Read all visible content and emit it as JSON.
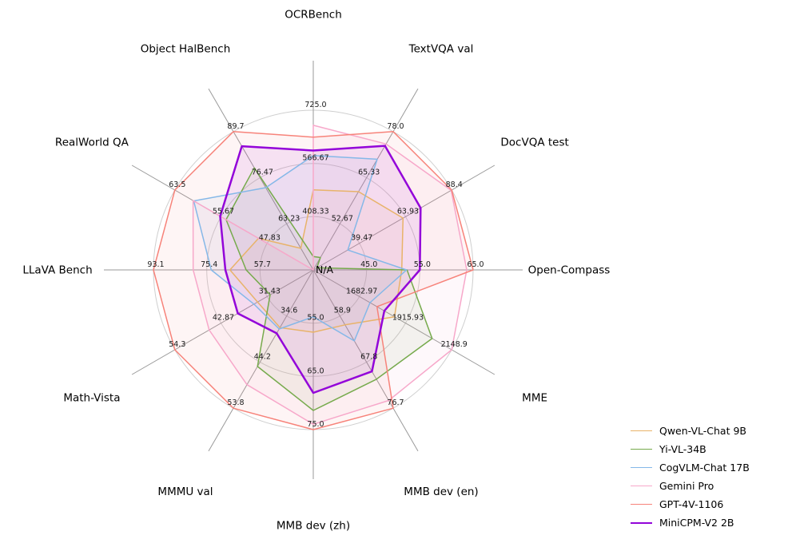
{
  "chart_data": {
    "type": "radar",
    "title": "",
    "center_label": "N/A",
    "grid": {
      "rings": 3,
      "shape": "circle",
      "ring_color": "#cfcfcf",
      "spoke_color": "#9a9a9a"
    },
    "legend_position": "lower right",
    "axes": [
      {
        "label": "OCRBench",
        "min": 250,
        "max": 725,
        "ticks": [
          "408.33",
          "566.67",
          "725.0"
        ]
      },
      {
        "label": "TextVQA val",
        "min": 40,
        "max": 78,
        "ticks": [
          "52.67",
          "65.33",
          "78.0"
        ]
      },
      {
        "label": "DocVQA test",
        "min": 15,
        "max": 88.4,
        "ticks": [
          "39.47",
          "63.93",
          "88.4"
        ]
      },
      {
        "label": "Open-Compass",
        "min": 35,
        "max": 65,
        "ticks": [
          "45.0",
          "55.0",
          "65.0"
        ]
      },
      {
        "label": "MME",
        "min": 1450,
        "max": 2148.9,
        "ticks": [
          "1682.97",
          "1915.93",
          "2148.9"
        ]
      },
      {
        "label": "MMB dev (en)",
        "min": 50,
        "max": 76.7,
        "ticks": [
          "58.9",
          "67.8",
          "76.7"
        ]
      },
      {
        "label": "MMB dev (zh)",
        "min": 45,
        "max": 75,
        "ticks": [
          "55.0",
          "65.0",
          "75.0"
        ]
      },
      {
        "label": "MMMU val",
        "min": 25,
        "max": 53.8,
        "ticks": [
          "34.6",
          "44.2",
          "53.8"
        ]
      },
      {
        "label": "Math-Vista",
        "min": 20,
        "max": 54.3,
        "ticks": [
          "31.43",
          "42.87",
          "54.3"
        ]
      },
      {
        "label": "LLaVA Bench",
        "min": 40,
        "max": 93.1,
        "ticks": [
          "57.7",
          "75.4",
          "93.1"
        ]
      },
      {
        "label": "RealWorld QA",
        "min": 40,
        "max": 63.5,
        "ticks": [
          "47.83",
          "55.67",
          "63.5"
        ]
      },
      {
        "label": "Object HalBench",
        "min": 50,
        "max": 89.7,
        "ticks": [
          "63.23",
          "76.47",
          "89.7"
        ]
      }
    ],
    "series": [
      {
        "name": "Qwen-VL-Chat 9B",
        "color": "#e8b36a",
        "line_width": 1.5,
        "values": [
          488,
          61.5,
          62.6,
          51.6,
          1860.0,
          60.6,
          56.7,
          37.0,
          33.8,
          67.7,
          49.3,
          56.2
        ]
      },
      {
        "name": "Yi-VL-34B",
        "color": "#76aa4c",
        "line_width": 1.5,
        "values": [
          290,
          43.4,
          16.9,
          52.6,
          2050.2,
          71.1,
          71.4,
          45.1,
          30.7,
          62.3,
          54.8,
          79.3
        ]
      },
      {
        "name": "CogVLM-Chat 17B",
        "color": "#85b8e8",
        "line_width": 1.5,
        "values": [
          590,
          70.4,
          33.3,
          52.5,
          1736.6,
          63.7,
          53.8,
          37.3,
          34.7,
          73.9,
          60.3,
          73.6
        ]
      },
      {
        "name": "Gemini Pro",
        "color": "#f7a8ca",
        "line_width": 1.5,
        "values": [
          680,
          74.6,
          88.1,
          63.8,
          2148.9,
          75.2,
          74.0,
          48.9,
          45.8,
          79.9,
          60.4,
          null
        ]
      },
      {
        "name": "GPT-4V-1106",
        "color": "#f7837a",
        "line_width": 1.5,
        "values": [
          645,
          78.0,
          88.4,
          65.0,
          1771.5,
          76.7,
          75.0,
          53.8,
          54.3,
          93.1,
          63.5,
          89.7
        ]
      },
      {
        "name": "MiniCPM-V2 2B",
        "color": "#9305d9",
        "line_width": 2.5,
        "values": [
          605,
          74.1,
          71.9,
          55.0,
          1808.6,
          69.6,
          68.1,
          38.2,
          38.7,
          69.2,
          55.8,
          85.5
        ]
      }
    ]
  }
}
